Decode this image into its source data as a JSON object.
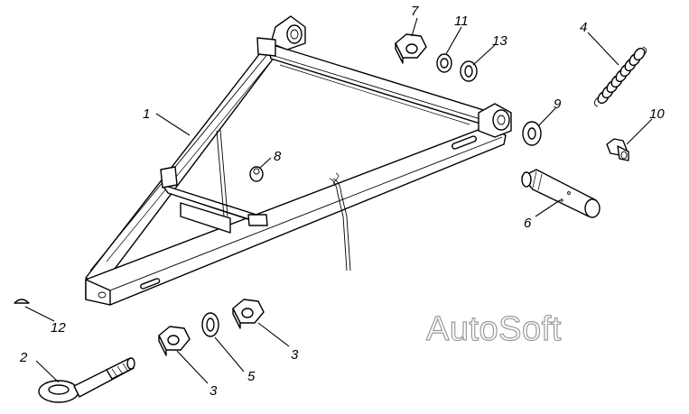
{
  "callouts": {
    "c1": "1",
    "c2": "2",
    "c3a": "3",
    "c3b": "3",
    "c4": "4",
    "c5": "5",
    "c6": "6",
    "c7": "7",
    "c8": "8",
    "c9": "9",
    "c10": "10",
    "c11": "11",
    "c12": "12",
    "c13": "13"
  },
  "watermark": "AutoSoft",
  "colors": {
    "line": "#000000",
    "background": "#ffffff",
    "watermark": "#9a9a9a"
  }
}
